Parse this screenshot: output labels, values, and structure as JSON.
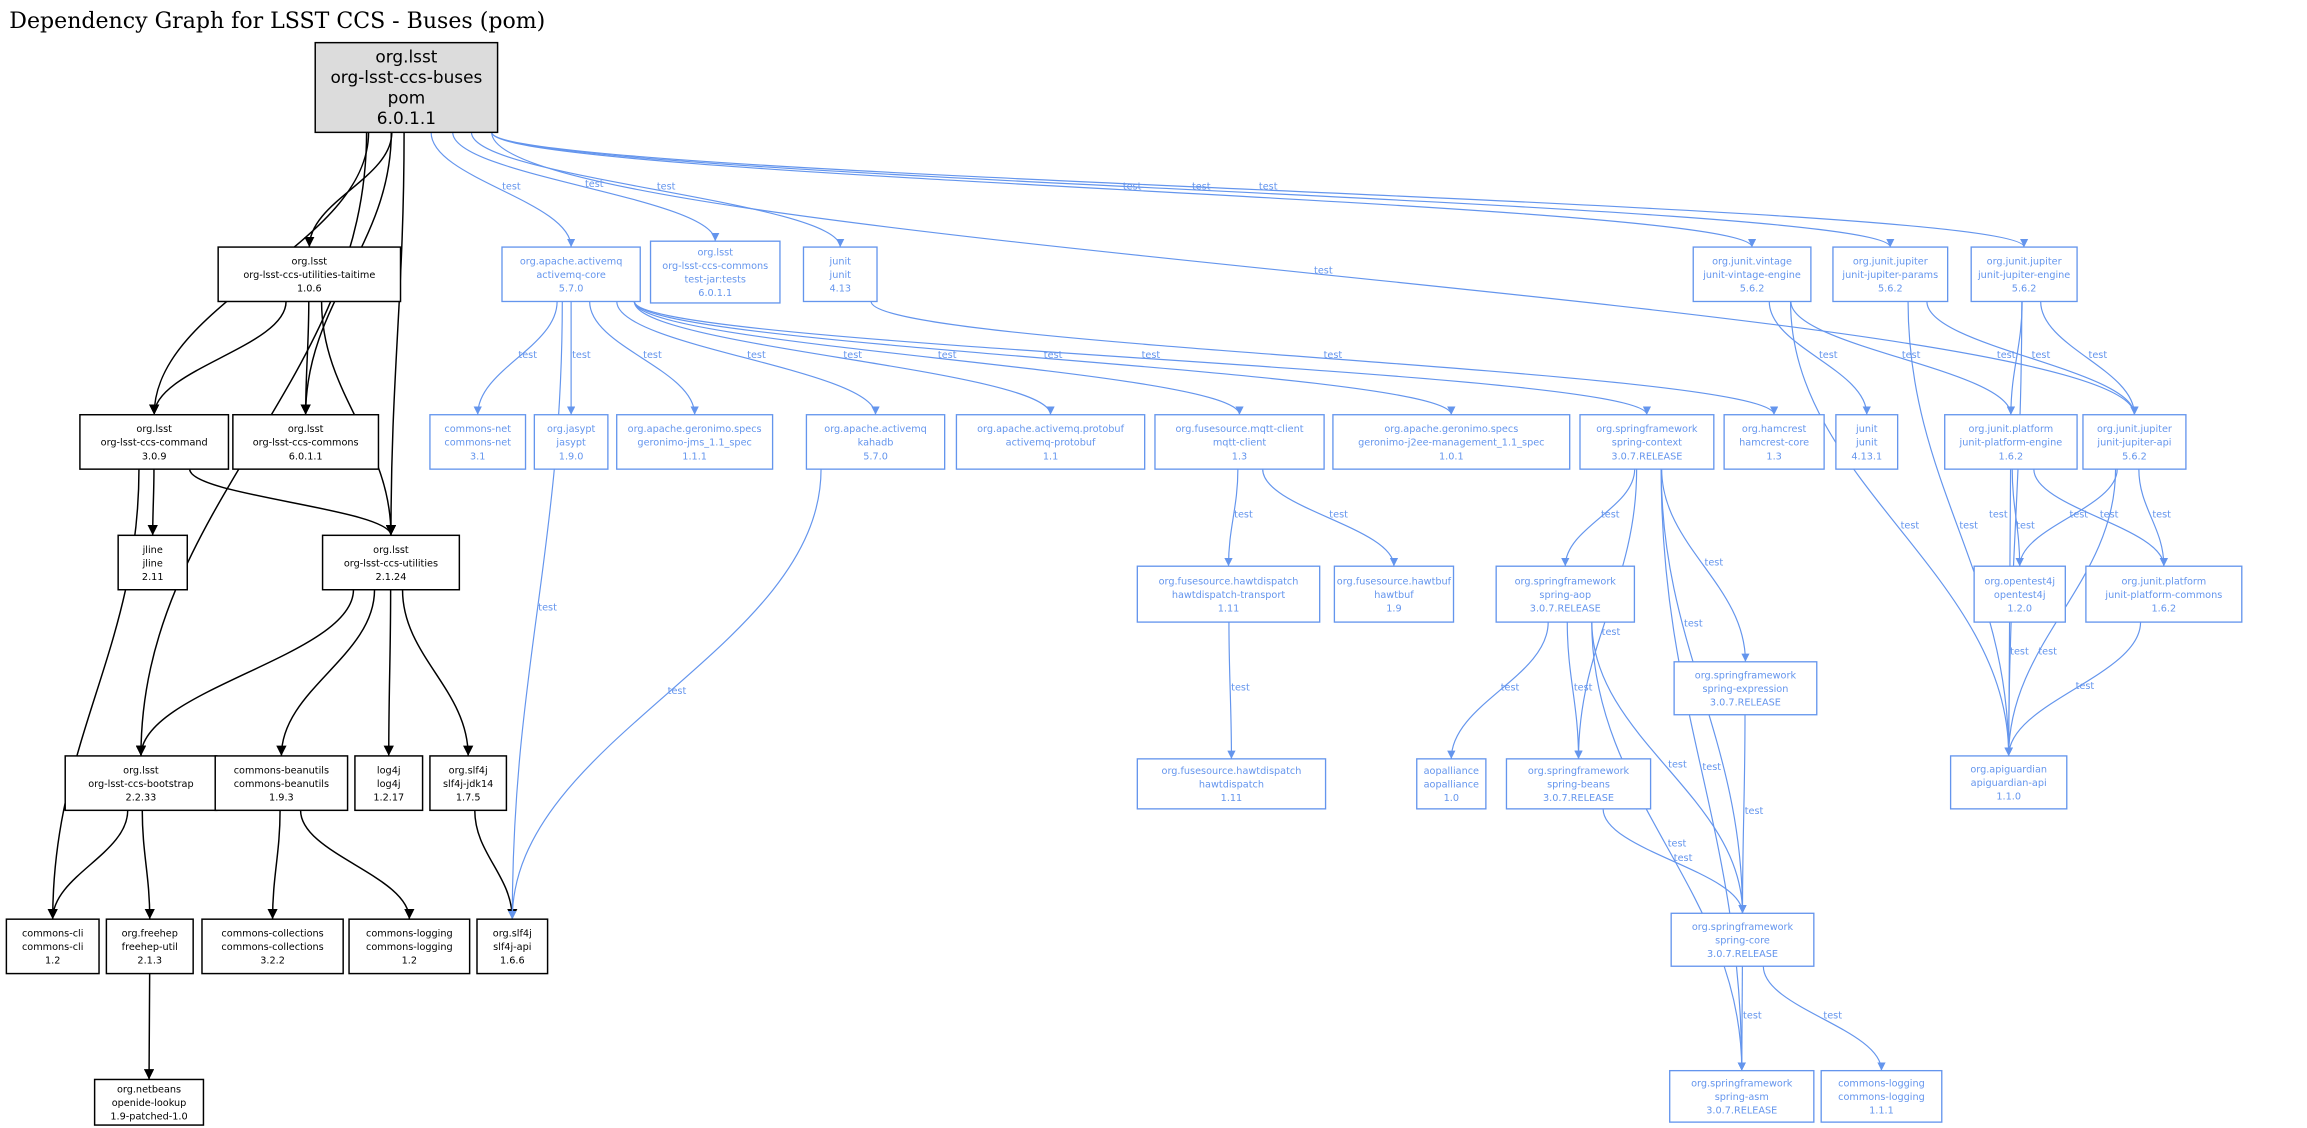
{
  "title": "Dependency Graph for LSST CCS - Buses (pom)",
  "colors": {
    "compile": "#000000",
    "test": "#6495ED",
    "root_fill": "#DCDCDC"
  },
  "nodes": [
    {
      "id": "root",
      "style": "root",
      "lines": [
        "org.lsst",
        "org-lsst-ccs-buses",
        "pom",
        "6.0.1.1"
      ]
    },
    {
      "id": "taitime",
      "style": "compile",
      "lines": [
        "org.lsst",
        "org-lsst-ccs-utilities-taitime",
        "1.0.6"
      ]
    },
    {
      "id": "command",
      "style": "compile",
      "lines": [
        "org.lsst",
        "org-lsst-ccs-command",
        "3.0.9"
      ]
    },
    {
      "id": "commons",
      "style": "compile",
      "lines": [
        "org.lsst",
        "org-lsst-ccs-commons",
        "6.0.1.1"
      ]
    },
    {
      "id": "jline",
      "style": "compile",
      "lines": [
        "jline",
        "jline",
        "2.11"
      ]
    },
    {
      "id": "utilities",
      "style": "compile",
      "lines": [
        "org.lsst",
        "org-lsst-ccs-utilities",
        "2.1.24"
      ]
    },
    {
      "id": "bootstrap",
      "style": "compile",
      "lines": [
        "org.lsst",
        "org-lsst-ccs-bootstrap",
        "2.2.33"
      ]
    },
    {
      "id": "beanutils",
      "style": "compile",
      "lines": [
        "commons-beanutils",
        "commons-beanutils",
        "1.9.3"
      ]
    },
    {
      "id": "log4j",
      "style": "compile",
      "lines": [
        "log4j",
        "log4j",
        "1.2.17"
      ]
    },
    {
      "id": "slf4jjdk14",
      "style": "compile",
      "lines": [
        "org.slf4j",
        "slf4j-jdk14",
        "1.7.5"
      ]
    },
    {
      "id": "cli",
      "style": "compile",
      "lines": [
        "commons-cli",
        "commons-cli",
        "1.2"
      ]
    },
    {
      "id": "freehep",
      "style": "compile",
      "lines": [
        "org.freehep",
        "freehep-util",
        "2.1.3"
      ]
    },
    {
      "id": "collections",
      "style": "compile",
      "lines": [
        "commons-collections",
        "commons-collections",
        "3.2.2"
      ]
    },
    {
      "id": "logging12",
      "style": "compile",
      "lines": [
        "commons-logging",
        "commons-logging",
        "1.2"
      ]
    },
    {
      "id": "slf4japi",
      "style": "compile",
      "lines": [
        "org.slf4j",
        "slf4j-api",
        "1.6.6"
      ]
    },
    {
      "id": "openide",
      "style": "compile",
      "lines": [
        "org.netbeans",
        "openide-lookup",
        "1.9-patched-1.0"
      ]
    },
    {
      "id": "amqcore",
      "style": "test",
      "lines": [
        "org.apache.activemq",
        "activemq-core",
        "5.7.0"
      ]
    },
    {
      "id": "commonstests",
      "style": "test",
      "lines": [
        "org.lsst",
        "org-lsst-ccs-commons",
        "test-jar:tests",
        "6.0.1.1"
      ]
    },
    {
      "id": "junit413",
      "style": "test",
      "lines": [
        "junit",
        "junit",
        "4.13"
      ]
    },
    {
      "id": "vintage",
      "style": "test",
      "lines": [
        "org.junit.vintage",
        "junit-vintage-engine",
        "5.6.2"
      ]
    },
    {
      "id": "jparams",
      "style": "test",
      "lines": [
        "org.junit.jupiter",
        "junit-jupiter-params",
        "5.6.2"
      ]
    },
    {
      "id": "jengine",
      "style": "test",
      "lines": [
        "org.junit.jupiter",
        "junit-jupiter-engine",
        "5.6.2"
      ]
    },
    {
      "id": "cnet",
      "style": "test",
      "lines": [
        "commons-net",
        "commons-net",
        "3.1"
      ]
    },
    {
      "id": "jasypt",
      "style": "test",
      "lines": [
        "org.jasypt",
        "jasypt",
        "1.9.0"
      ]
    },
    {
      "id": "gjms",
      "style": "test",
      "lines": [
        "org.apache.geronimo.specs",
        "geronimo-jms_1.1_spec",
        "1.1.1"
      ]
    },
    {
      "id": "kahadb",
      "style": "test",
      "lines": [
        "org.apache.activemq",
        "kahadb",
        "5.7.0"
      ]
    },
    {
      "id": "protobuf",
      "style": "test",
      "lines": [
        "org.apache.activemq.protobuf",
        "activemq-protobuf",
        "1.1"
      ]
    },
    {
      "id": "mqtt",
      "style": "test",
      "lines": [
        "org.fusesource.mqtt-client",
        "mqtt-client",
        "1.3"
      ]
    },
    {
      "id": "gj2ee",
      "style": "test",
      "lines": [
        "org.apache.geronimo.specs",
        "geronimo-j2ee-management_1.1_spec",
        "1.0.1"
      ]
    },
    {
      "id": "scontext",
      "style": "test",
      "lines": [
        "org.springframework",
        "spring-context",
        "3.0.7.RELEASE"
      ]
    },
    {
      "id": "hamcrest",
      "style": "test",
      "lines": [
        "org.hamcrest",
        "hamcrest-core",
        "1.3"
      ]
    },
    {
      "id": "junit4131",
      "style": "test",
      "lines": [
        "junit",
        "junit",
        "4.13.1"
      ]
    },
    {
      "id": "pengine",
      "style": "test",
      "lines": [
        "org.junit.platform",
        "junit-platform-engine",
        "1.6.2"
      ]
    },
    {
      "id": "japi",
      "style": "test",
      "lines": [
        "org.junit.jupiter",
        "junit-jupiter-api",
        "5.6.2"
      ]
    },
    {
      "id": "htransport",
      "style": "test",
      "lines": [
        "org.fusesource.hawtdispatch",
        "hawtdispatch-transport",
        "1.11"
      ]
    },
    {
      "id": "hawtbuf",
      "style": "test",
      "lines": [
        "org.fusesource.hawtbuf",
        "hawtbuf",
        "1.9"
      ]
    },
    {
      "id": "saop",
      "style": "test",
      "lines": [
        "org.springframework",
        "spring-aop",
        "3.0.7.RELEASE"
      ]
    },
    {
      "id": "opentest4j",
      "style": "test",
      "lines": [
        "org.opentest4j",
        "opentest4j",
        "1.2.0"
      ]
    },
    {
      "id": "pcommons",
      "style": "test",
      "lines": [
        "org.junit.platform",
        "junit-platform-commons",
        "1.6.2"
      ]
    },
    {
      "id": "sexpr",
      "style": "test",
      "lines": [
        "org.springframework",
        "spring-expression",
        "3.0.7.RELEASE"
      ]
    },
    {
      "id": "hawtdispatch",
      "style": "test",
      "lines": [
        "org.fusesource.hawtdispatch",
        "hawtdispatch",
        "1.11"
      ]
    },
    {
      "id": "aopalliance",
      "style": "test",
      "lines": [
        "aopalliance",
        "aopalliance",
        "1.0"
      ]
    },
    {
      "id": "sbeans",
      "style": "test",
      "lines": [
        "org.springframework",
        "spring-beans",
        "3.0.7.RELEASE"
      ]
    },
    {
      "id": "apiguardian",
      "style": "test",
      "lines": [
        "org.apiguardian",
        "apiguardian-api",
        "1.1.0"
      ]
    },
    {
      "id": "score",
      "style": "test",
      "lines": [
        "org.springframework",
        "spring-core",
        "3.0.7.RELEASE"
      ]
    },
    {
      "id": "sasm",
      "style": "test",
      "lines": [
        "org.springframework",
        "spring-asm",
        "3.0.7.RELEASE"
      ]
    },
    {
      "id": "logging111",
      "style": "test",
      "lines": [
        "commons-logging",
        "commons-logging",
        "1.1.1"
      ]
    }
  ],
  "edges": [
    {
      "from": "root",
      "to": "taitime",
      "label": ""
    },
    {
      "from": "root",
      "to": "command",
      "label": ""
    },
    {
      "from": "root",
      "to": "commons",
      "label": ""
    },
    {
      "from": "root",
      "to": "utilities",
      "label": ""
    },
    {
      "from": "root",
      "to": "bootstrap",
      "label": ""
    },
    {
      "from": "taitime",
      "to": "command",
      "label": ""
    },
    {
      "from": "taitime",
      "to": "commons",
      "label": ""
    },
    {
      "from": "taitime",
      "to": "utilities",
      "label": ""
    },
    {
      "from": "command",
      "to": "jline",
      "label": ""
    },
    {
      "from": "command",
      "to": "utilities",
      "label": ""
    },
    {
      "from": "command",
      "to": "cli",
      "label": ""
    },
    {
      "from": "utilities",
      "to": "bootstrap",
      "label": ""
    },
    {
      "from": "utilities",
      "to": "beanutils",
      "label": ""
    },
    {
      "from": "utilities",
      "to": "log4j",
      "label": ""
    },
    {
      "from": "utilities",
      "to": "slf4jjdk14",
      "label": ""
    },
    {
      "from": "bootstrap",
      "to": "cli",
      "label": ""
    },
    {
      "from": "bootstrap",
      "to": "freehep",
      "label": ""
    },
    {
      "from": "beanutils",
      "to": "collections",
      "label": ""
    },
    {
      "from": "beanutils",
      "to": "logging12",
      "label": ""
    },
    {
      "from": "slf4jjdk14",
      "to": "slf4japi",
      "label": ""
    },
    {
      "from": "freehep",
      "to": "openide",
      "label": ""
    },
    {
      "from": "root",
      "to": "amqcore",
      "label": "test"
    },
    {
      "from": "root",
      "to": "commonstests",
      "label": "test"
    },
    {
      "from": "root",
      "to": "junit413",
      "label": "test"
    },
    {
      "from": "root",
      "to": "vintage",
      "label": "test"
    },
    {
      "from": "root",
      "to": "jparams",
      "label": "test"
    },
    {
      "from": "root",
      "to": "jengine",
      "label": "test"
    },
    {
      "from": "root",
      "to": "japi",
      "label": "test"
    },
    {
      "from": "amqcore",
      "to": "cnet",
      "label": "test"
    },
    {
      "from": "amqcore",
      "to": "jasypt",
      "label": "test"
    },
    {
      "from": "amqcore",
      "to": "gjms",
      "label": "test"
    },
    {
      "from": "amqcore",
      "to": "kahadb",
      "label": "test"
    },
    {
      "from": "amqcore",
      "to": "protobuf",
      "label": "test"
    },
    {
      "from": "amqcore",
      "to": "mqtt",
      "label": "test"
    },
    {
      "from": "amqcore",
      "to": "gj2ee",
      "label": "test"
    },
    {
      "from": "amqcore",
      "to": "scontext",
      "label": "test"
    },
    {
      "from": "amqcore",
      "to": "slf4japi",
      "label": "test"
    },
    {
      "from": "junit413",
      "to": "hamcrest",
      "label": "test"
    },
    {
      "from": "kahadb",
      "to": "slf4japi",
      "label": "test"
    },
    {
      "from": "mqtt",
      "to": "htransport",
      "label": "test"
    },
    {
      "from": "mqtt",
      "to": "hawtbuf",
      "label": "test"
    },
    {
      "from": "htransport",
      "to": "hawtdispatch",
      "label": "test"
    },
    {
      "from": "vintage",
      "to": "junit4131",
      "label": "test"
    },
    {
      "from": "vintage",
      "to": "pengine",
      "label": "test"
    },
    {
      "from": "vintage",
      "to": "apiguardian",
      "label": "test"
    },
    {
      "from": "jparams",
      "to": "japi",
      "label": "test"
    },
    {
      "from": "jparams",
      "to": "apiguardian",
      "label": "test"
    },
    {
      "from": "jengine",
      "to": "pengine",
      "label": "test"
    },
    {
      "from": "jengine",
      "to": "japi",
      "label": "test"
    },
    {
      "from": "jengine",
      "to": "apiguardian",
      "label": "test"
    },
    {
      "from": "pengine",
      "to": "opentest4j",
      "label": "test"
    },
    {
      "from": "pengine",
      "to": "pcommons",
      "label": "test"
    },
    {
      "from": "pengine",
      "to": "apiguardian",
      "label": "test"
    },
    {
      "from": "japi",
      "to": "opentest4j",
      "label": "test"
    },
    {
      "from": "japi",
      "to": "pcommons",
      "label": "test"
    },
    {
      "from": "japi",
      "to": "apiguardian",
      "label": "test"
    },
    {
      "from": "pcommons",
      "to": "apiguardian",
      "label": "test"
    },
    {
      "from": "scontext",
      "to": "saop",
      "label": "test"
    },
    {
      "from": "scontext",
      "to": "sexpr",
      "label": "test"
    },
    {
      "from": "scontext",
      "to": "sbeans",
      "label": "test"
    },
    {
      "from": "scontext",
      "to": "score",
      "label": "test"
    },
    {
      "from": "scontext",
      "to": "sasm",
      "label": "test"
    },
    {
      "from": "saop",
      "to": "aopalliance",
      "label": "test"
    },
    {
      "from": "saop",
      "to": "sbeans",
      "label": "test"
    },
    {
      "from": "saop",
      "to": "score",
      "label": "test"
    },
    {
      "from": "saop",
      "to": "sasm",
      "label": "test"
    },
    {
      "from": "sexpr",
      "to": "score",
      "label": "test"
    },
    {
      "from": "sbeans",
      "to": "score",
      "label": "test"
    },
    {
      "from": "score",
      "to": "sasm",
      "label": "test"
    },
    {
      "from": "score",
      "to": "logging111",
      "label": "test"
    }
  ]
}
